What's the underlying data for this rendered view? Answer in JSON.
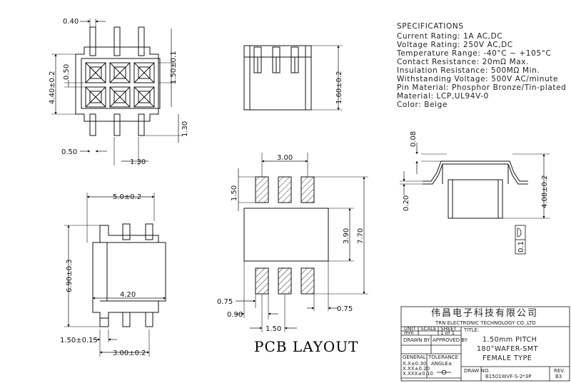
{
  "specifications": {
    "heading": "SPECIFICATIONS",
    "lines": [
      "Current Rating: 1A AC,DC",
      "Voltage Rating: 250V AC,DC",
      "Temperature Range: -40°C ~ +105°C",
      "Contact Resistance: 20mΩ Max.",
      "Insulation Resistance: 500MΩ Min.",
      "Withstanding Voltage: 500V AC/minute",
      "Pin Material: Phosphor Bronze/Tin-plated",
      "Material: LCP,UL94V-0",
      "Color: Beige"
    ]
  },
  "top_view": {
    "d_040": "0.40",
    "d_150_01": "1.50±0.1",
    "d_440_02": "4.40±0.2",
    "d_050_v": "0.50",
    "d_130_v": "1.30",
    "d_050_h": "0.50",
    "d_130_h": "1.30"
  },
  "front_view": {
    "d_160_02": "1.60±0.2"
  },
  "bottom_view": {
    "d_50_02": "5.0±0.2",
    "d_690_03": "6.90±0.3",
    "d_420": "4.20",
    "d_150_015": "1.50±0.15",
    "d_300_02": "3.00±0.2"
  },
  "pcb_layout": {
    "title": "PCB LAYOUT",
    "d_300": "3.00",
    "d_150_v": "1.50",
    "d_390": "3.90",
    "d_770": "7.70",
    "d_075_l": "0.75",
    "d_090": "0.90",
    "d_075_r": "0.75",
    "d_150_h": "1.50"
  },
  "side_view": {
    "d_008": "0.08",
    "d_020": "0.20",
    "d_408_02": "4.08±0.2",
    "flatness": "0.1"
  },
  "title_block": {
    "company_cn": "伟昌电子科技有限公司",
    "company_en": "TRN ELECTRONIC TECHNOLOGY CO.,LTD",
    "unit": "UNIT",
    "unit_val": "mm",
    "scale": "SCALE",
    "sheet": "SHEET",
    "sheet_val": "1 of 1",
    "title_label": "TITLE:",
    "drawn_by": "DRAWN BY",
    "approved_by": "APPROVED BY",
    "general": "GENERAL",
    "tolerance": "TOLERANCE",
    "tol1": "X.X±0.30",
    "tol2": "X.XX±0.20",
    "tol3": "X.XXX±0.10",
    "angle": "ANGLE±",
    "title_line1": "1.50mm PITCH",
    "title_line2": "180°WAFER-SMT",
    "title_line3": "FEMALE TYPE",
    "draw_no_label": "DRAW NO.",
    "draw_no": "B1501WVF-S-2*3P",
    "rev_label": "REV.",
    "rev": "B3"
  }
}
